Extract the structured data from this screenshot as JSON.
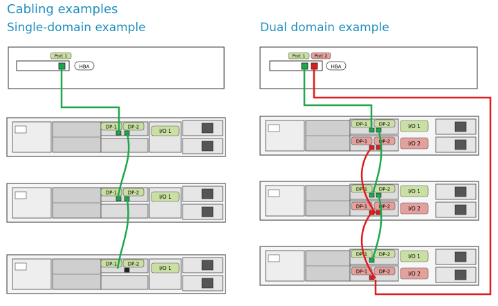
{
  "title": "Cabling examples",
  "single_domain": {
    "title": "Single-domain example",
    "host": {
      "hba_label": "HBA",
      "ports": [
        "Port 1"
      ]
    },
    "enclosures": [
      {
        "dp1": "DP-1",
        "dp2": "DP-2",
        "io1": "I/O 1"
      },
      {
        "dp1": "DP-1",
        "dp2": "DP-2",
        "io1": "I/O 1"
      },
      {
        "dp1": "DP-1",
        "dp2": "DP-2",
        "io1": "I/O 1"
      }
    ]
  },
  "dual_domain": {
    "title": "Dual domain example",
    "host": {
      "hba_label": "HBA",
      "ports": [
        "Port 1",
        "Port 2"
      ]
    },
    "enclosures": [
      {
        "dp1": "DP-1",
        "dp2": "DP-2",
        "io1": "I/O 1",
        "dp1b": "DP-1",
        "dp2b": "DP-2",
        "io2": "I/O 2"
      },
      {
        "dp1": "DP-1",
        "dp2": "DP-2",
        "io1": "I/O 1",
        "dp1b": "DP-1",
        "dp2b": "DP-2",
        "io2": "I/O 2"
      },
      {
        "dp1": "DP-1",
        "dp2": "DP-2",
        "io1": "I/O 1",
        "dp1b": "DP-1",
        "dp2b": "DP-2",
        "io2": "I/O 2"
      }
    ]
  },
  "colors": {
    "title": "#1f8fbe",
    "cable_domain_1": "#1aa84b",
    "cable_domain_2": "#e01b1b",
    "label_green_fill": "#c9dfa3",
    "label_red_fill": "#e3a09c"
  }
}
